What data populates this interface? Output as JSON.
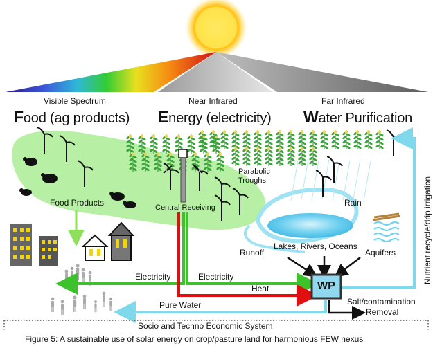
{
  "spectrum": {
    "visible": "Visible Spectrum",
    "near": "Near Infrared",
    "far": "Far Infrared"
  },
  "headers": {
    "food_initial": "F",
    "food_rest": "ood (ag products)",
    "energy_initial": "E",
    "energy_rest": "nergy (electricity)",
    "water_initial": "W",
    "water_rest": "ater Purification"
  },
  "labels": {
    "food_products": "Food Products",
    "parabolic_troughs": "Parabolic\nTroughs",
    "central_receiving": "Central Receiving",
    "rain": "Rain",
    "lakes": "Lakes, Rivers, Oceans",
    "runoff": "Runoff",
    "aquifers": "Aquifers",
    "wp": "WP",
    "nutrient": "Nutrient recycle/drip irrigation",
    "electricity_left": "Electricity",
    "electricity_right": "Electricity",
    "heat": "Heat",
    "pure_water": "Pure Water",
    "salt": "Salt/contamination",
    "removal": "Removal",
    "socio": "Socio and Techno Economic System"
  },
  "caption": "Figure 5: A sustainable use of solar energy on crop/pasture land for harmonious FEW nexus",
  "colors": {
    "green_field": "#b7f0a4",
    "electricity_arrow": "#3ec22c",
    "heat_arrow": "#e01010",
    "water_arrow": "#7fd8ec",
    "lake": "#5ec6ea",
    "building": "#666666",
    "window": "#f5d400"
  }
}
